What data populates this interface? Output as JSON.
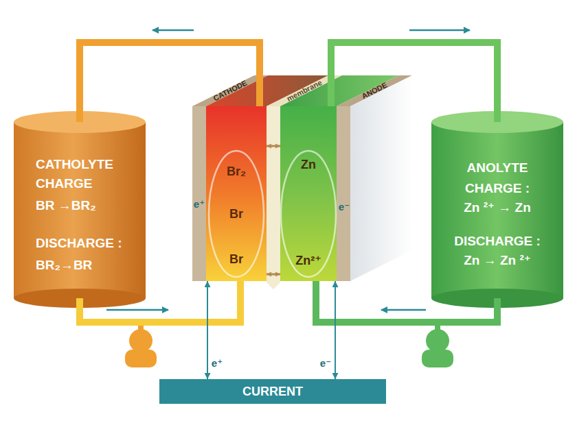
{
  "diagram": {
    "nodes": [
      {
        "text": [
          "CATHOLYTE",
          "CHARGE",
          "BR →BR₂",
          "DISCHARGE :",
          "BR₂→BR"
        ]
      },
      {
        "text": [
          "Br₂",
          "Br",
          "Br"
        ]
      },
      {
        "text": [
          "Zn",
          "Zn²⁺"
        ]
      },
      {
        "text": [
          "ANOLYTE",
          "CHARGE :",
          "Zn ²⁺ → Zn",
          "DISCHARGE :",
          "Zn → Zn ²⁺"
        ]
      },
      {
        "text": [
          "CURRENT"
        ]
      }
    ],
    "edges": [
      {
        "from": 1,
        "to": 0,
        "arrow": "none"
      },
      {
        "from": 0,
        "to": 1,
        "arrow": "none"
      },
      {
        "from": 2,
        "to": 3,
        "arrow": "none"
      },
      {
        "from": 3,
        "to": 2,
        "arrow": "none"
      },
      {
        "from": 1,
        "to": 2,
        "arrow": "both"
      },
      {
        "from": 1,
        "to": 2,
        "arrow": "both"
      },
      {
        "from": 1,
        "to": 4,
        "arrow": "both"
      },
      {
        "from": 2,
        "to": 4,
        "arrow": "both"
      }
    ],
    "labels": [
      "CATHODE",
      "membrane",
      "ANODE",
      "e⁺",
      "e⁻",
      "e⁺",
      "e⁻"
    ]
  }
}
